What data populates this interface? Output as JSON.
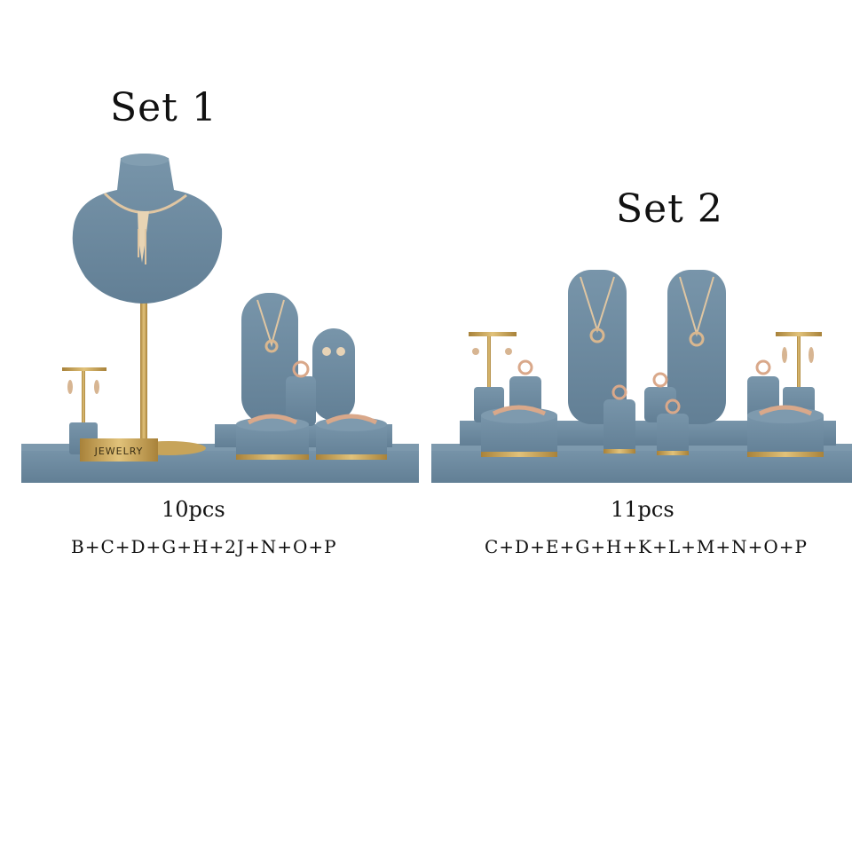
{
  "sets": [
    {
      "title": "Set 1",
      "count": "10pcs",
      "codes": "B+C+D+G+H+2J+N+O+P",
      "plaque": "JEWELRY"
    },
    {
      "title": "Set 2",
      "count": "11pcs",
      "codes": "C+D+E+G+H+K+L+M+N+O+P"
    }
  ],
  "colors": {
    "velvet": "#6f8ea4",
    "velvet_dark": "#5c7a90",
    "gold": "#c9a453",
    "rose_gold": "#d9a88a",
    "background": "#ffffff"
  }
}
